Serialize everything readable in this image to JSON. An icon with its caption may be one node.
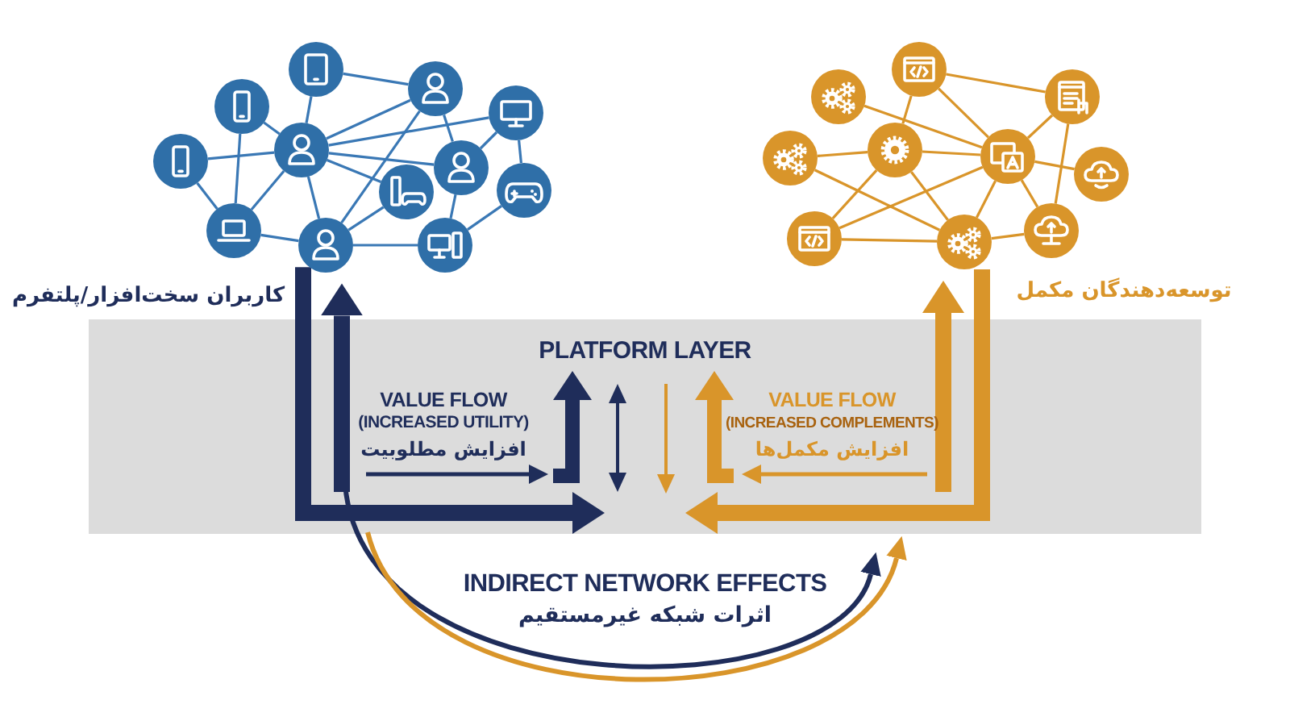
{
  "diagram": {
    "nodes": [
      {
        "text": [],
        "shape": "circle"
      },
      {
        "text": [],
        "shape": "circle"
      },
      {
        "text": [],
        "shape": "circle"
      },
      {
        "text": [],
        "shape": "circle"
      },
      {
        "text": [],
        "shape": "circle"
      },
      {
        "text": [],
        "shape": "circle"
      },
      {
        "text": [],
        "shape": "circle"
      },
      {
        "text": [],
        "shape": "circle"
      },
      {
        "text": [],
        "shape": "circle"
      },
      {
        "text": [],
        "shape": "circle"
      },
      {
        "text": [],
        "shape": "circle"
      },
      {
        "text": [],
        "shape": "circle"
      },
      {
        "text": [],
        "shape": "circle"
      },
      {
        "text": [],
        "shape": "circle"
      },
      {
        "text": [],
        "shape": "circle"
      },
      {
        "text": [],
        "shape": "circle"
      },
      {
        "text": [],
        "shape": "circle"
      },
      {
        "text": [],
        "shape": "circle"
      },
      {
        "text": [],
        "shape": "circle"
      },
      {
        "text": [],
        "shape": "circle"
      },
      {
        "text": [],
        "shape": "circle"
      },
      {
        "text": [],
        "shape": "circle"
      },
      {
        "text": [
          "PLATFORM LAYER"
        ]
      }
    ],
    "edges": [
      {
        "from": 0,
        "to": 2,
        "arrow": "none"
      },
      {
        "from": 0,
        "to": 3,
        "arrow": "none"
      },
      {
        "from": 1,
        "to": 3,
        "arrow": "none"
      },
      {
        "from": 1,
        "to": 9,
        "arrow": "none"
      },
      {
        "from": 2,
        "to": 3,
        "arrow": "none"
      },
      {
        "from": 2,
        "to": 10,
        "arrow": "none"
      },
      {
        "from": 2,
        "to": 6,
        "arrow": "none"
      },
      {
        "from": 3,
        "to": 4,
        "arrow": "none"
      },
      {
        "from": 3,
        "to": 5,
        "arrow": "none"
      },
      {
        "from": 3,
        "to": 9,
        "arrow": "none"
      },
      {
        "from": 3,
        "to": 10,
        "arrow": "none"
      },
      {
        "from": 3,
        "to": 7,
        "arrow": "none"
      },
      {
        "from": 4,
        "to": 9,
        "arrow": "none"
      },
      {
        "from": 3,
        "to": 6,
        "arrow": "none"
      },
      {
        "from": 9,
        "to": 10,
        "arrow": "none"
      },
      {
        "from": 10,
        "to": 7,
        "arrow": "none"
      },
      {
        "from": 10,
        "to": 11,
        "arrow": "none"
      },
      {
        "from": 6,
        "to": 11,
        "arrow": "none"
      },
      {
        "from": 5,
        "to": 8,
        "arrow": "none"
      },
      {
        "from": 8,
        "to": 11,
        "arrow": "none"
      },
      {
        "from": 5,
        "to": 6,
        "arrow": "none"
      },
      {
        "from": 12,
        "to": 14,
        "arrow": "none",
        "color": "#d9952a"
      },
      {
        "from": 12,
        "to": 16,
        "arrow": "none",
        "color": "#d9952a"
      },
      {
        "from": 12,
        "to": 17,
        "arrow": "none",
        "color": "#d9952a"
      },
      {
        "from": 13,
        "to": 17,
        "arrow": "none",
        "color": "#d9952a"
      },
      {
        "from": 15,
        "to": 16,
        "arrow": "none",
        "color": "#d9952a"
      },
      {
        "from": 15,
        "to": 20,
        "arrow": "none",
        "color": "#d9952a"
      },
      {
        "from": 16,
        "to": 17,
        "arrow": "none",
        "color": "#d9952a"
      },
      {
        "from": 16,
        "to": 19,
        "arrow": "none",
        "color": "#d9952a"
      },
      {
        "from": 16,
        "to": 20,
        "arrow": "none",
        "color": "#d9952a"
      },
      {
        "from": 17,
        "to": 14,
        "arrow": "none",
        "color": "#d9952a"
      },
      {
        "from": 17,
        "to": 18,
        "arrow": "none",
        "color": "#d9952a"
      },
      {
        "from": 17,
        "to": 19,
        "arrow": "none",
        "color": "#d9952a"
      },
      {
        "from": 17,
        "to": 20,
        "arrow": "none",
        "color": "#d9952a"
      },
      {
        "from": 17,
        "to": 21,
        "arrow": "none",
        "color": "#d9952a"
      },
      {
        "from": 14,
        "to": 21,
        "arrow": "none",
        "color": "#d9952a"
      },
      {
        "from": 19,
        "to": 20,
        "arrow": "none",
        "color": "#d9952a"
      },
      {
        "from": 20,
        "to": 21,
        "arrow": "none",
        "color": "#d9952a"
      },
      {
        "from": 10,
        "to": 22,
        "arrow": "to",
        "style": "thick",
        "color": "#1f2d5a"
      },
      {
        "from": 22,
        "to": 10,
        "arrow": "to",
        "style": "thick",
        "color": "#1f2d5a"
      },
      {
        "from": 20,
        "to": 22,
        "arrow": "to",
        "style": "thick",
        "color": "#d9952a"
      },
      {
        "from": 22,
        "to": 20,
        "arrow": "to",
        "style": "thick",
        "color": "#d9952a"
      }
    ],
    "labels": [
      "کاربران سخت‌افزار/پلتفرم",
      "توسعه‌دهندگان مکمل",
      "VALUE FLOW",
      "(INCREASED UTILITY)",
      "افزایش مطلوبیت",
      "VALUE FLOW",
      "(INCREASED COMPLEMENTS)",
      "افزایش مکمل‌ها",
      "INDIRECT NETWORK EFFECTS",
      "اثرات شبکه غیرمستقیم"
    ]
  }
}
